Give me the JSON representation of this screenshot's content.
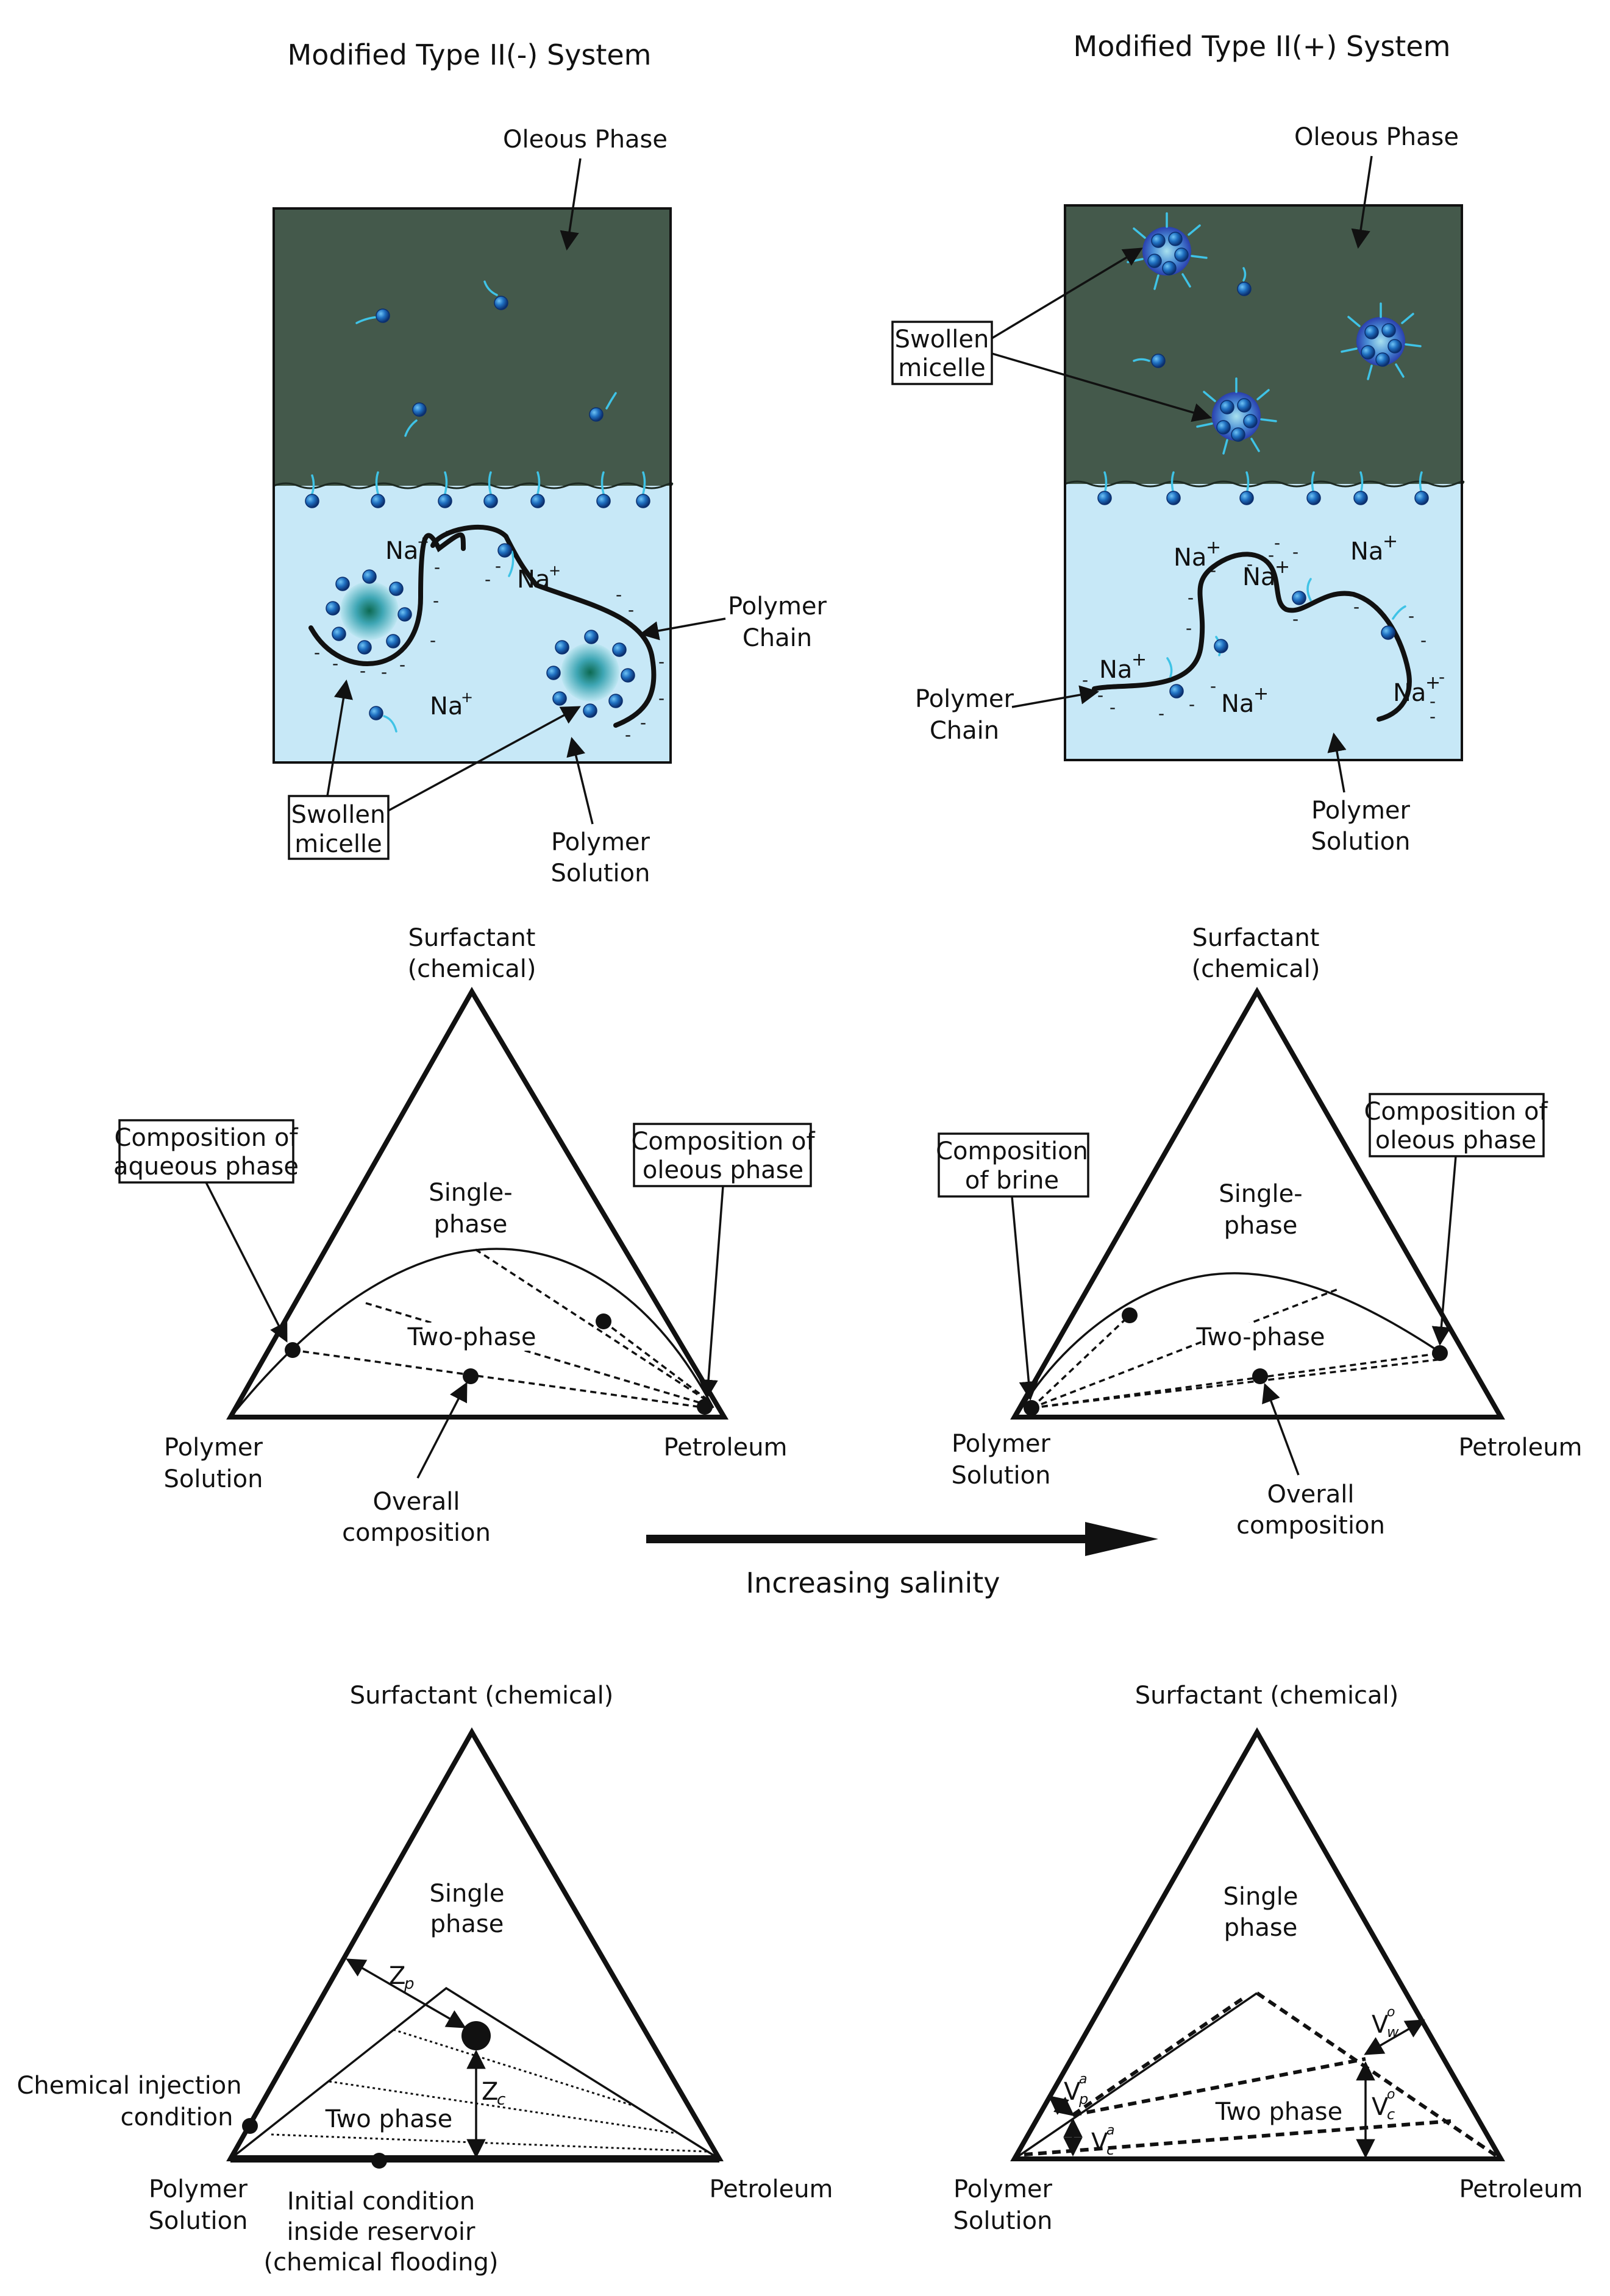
{
  "titles": {
    "left": "Modified Type II(-) System",
    "right": "Modified Type II(+) System"
  },
  "top_left": {
    "oleous": "Oleous Phase",
    "swollen_1": "Swollen",
    "swollen_2": "micelle",
    "polymer_chain_1": "Polymer",
    "polymer_chain_2": "Chain",
    "polymer_solution_1": "Polymer",
    "polymer_solution_2": "Solution",
    "na1": "Na",
    "na2": "Na",
    "na3": "Na",
    "plus": "+"
  },
  "top_right": {
    "oleous": "Oleous Phase",
    "swollen_1": "Swollen",
    "swollen_2": "micelle",
    "polymer_chain_1": "Polymer",
    "polymer_chain_2": "Chain",
    "polymer_solution_1": "Polymer",
    "polymer_solution_2": "Solution",
    "na": "Na",
    "plus": "+"
  },
  "mid_left": {
    "apex_1": "Surfactant",
    "apex_2": "(chemical)",
    "left_1": "Polymer",
    "left_2": "Solution",
    "right": "Petroleum",
    "single_1": "Single-",
    "single_2": "phase",
    "two": "Two-phase",
    "aq_1": "Composition of",
    "aq_2": "aqueous phase",
    "ol_1": "Composition of",
    "ol_2": "oleous phase",
    "overall_1": "Overall",
    "overall_2": "composition"
  },
  "mid_right": {
    "apex_1": "Surfactant",
    "apex_2": "(chemical)",
    "left_1": "Polymer",
    "left_2": "Solution",
    "right": "Petroleum",
    "single_1": "Single-",
    "single_2": "phase",
    "two": "Two-phase",
    "brine_1": "Composition",
    "brine_2": "of brine",
    "ol_1": "Composition of",
    "ol_2": "oleous phase",
    "overall_1": "Overall",
    "overall_2": "composition"
  },
  "salinity": "Increasing salinity",
  "bot_left": {
    "apex": "Surfactant (chemical)",
    "left_1": "Polymer",
    "left_2": "Solution",
    "right": "Petroleum",
    "single_1": "Single",
    "single_2": "phase",
    "two": "Two phase",
    "inj_1": "Chemical injection",
    "inj_2": "condition",
    "init_1": "Initial condition",
    "init_2": "inside reservoir",
    "init_3": "(chemical flooding)",
    "zp": "Z",
    "zp_sub": "p",
    "zc": "Z",
    "zc_sub": "c"
  },
  "bot_right": {
    "apex": "Surfactant (chemical)",
    "left_1": "Polymer",
    "left_2": "Solution",
    "right": "Petroleum",
    "single_1": "Single",
    "single_2": "phase",
    "two": "Two phase",
    "v": "V",
    "vpa_sub": "p",
    "vca_sub": "c",
    "vwo_sub": "w",
    "vco_sub": "c",
    "sup_a": "a",
    "sup_o": "o"
  }
}
